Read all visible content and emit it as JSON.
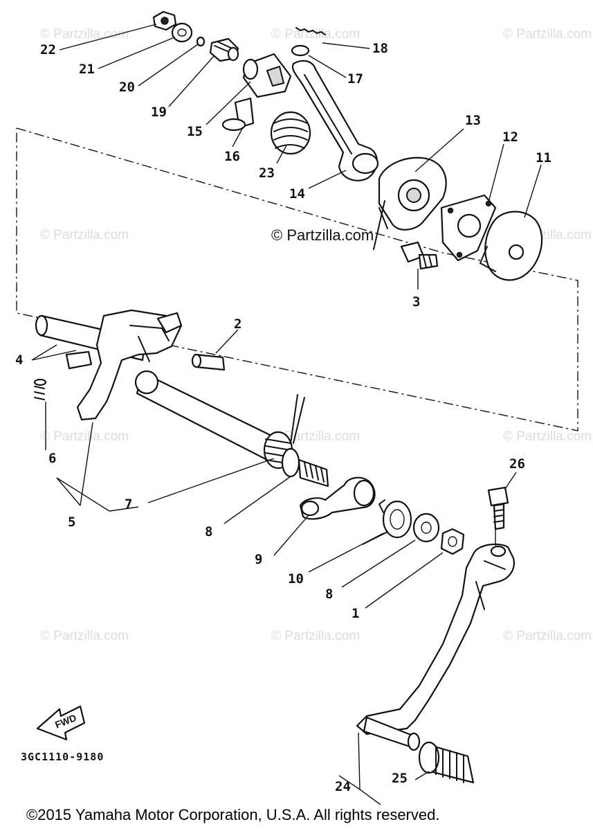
{
  "watermark": "© Partzilla.com",
  "center_watermark": "© Partzilla.com",
  "diagram_code": "3GC1110-9180",
  "fwd_label": "FWD",
  "copyright": "©2015  Yamaha Motor Corporation, U.S.A. All rights reserved.",
  "callouts": {
    "c1": "1",
    "c2": "2",
    "c3": "3",
    "c4": "4",
    "c5": "5",
    "c6": "6",
    "c7": "7",
    "c8a": "8",
    "c8b": "8",
    "c9": "9",
    "c10": "10",
    "c11": "11",
    "c12": "12",
    "c13": "13",
    "c14": "14",
    "c15": "15",
    "c16": "16",
    "c17": "17",
    "c18": "18",
    "c19": "19",
    "c20": "20",
    "c21": "21",
    "c22": "22",
    "c23": "23",
    "c24": "24",
    "c25": "25",
    "c26": "26"
  }
}
